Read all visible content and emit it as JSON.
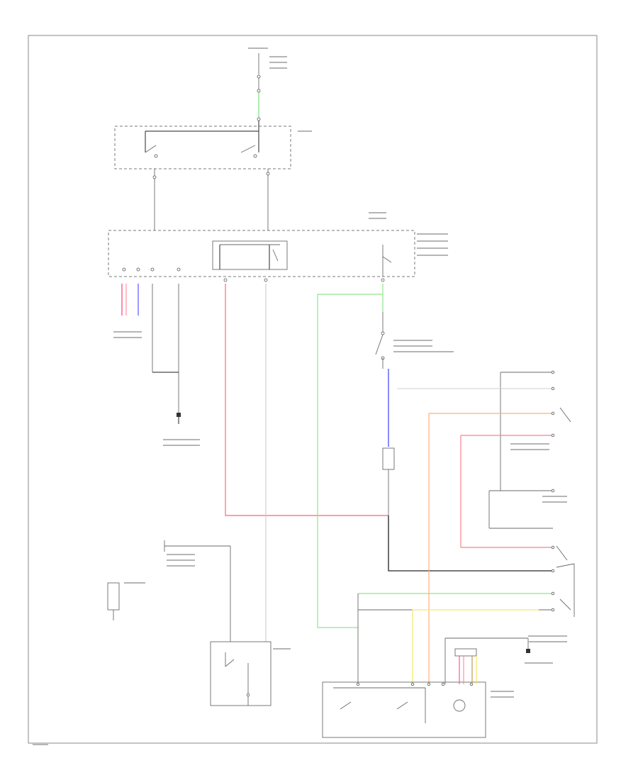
{
  "colors": {
    "red": "#ff7f8c",
    "pink": "#ff5a8a",
    "blue": "#6f6cff",
    "green": "#8fe58f",
    "orange": "#ffb07a",
    "yellow": "#f5ea6a",
    "gray_dark": "#4a4a4a",
    "gray_light": "#cfcfcf",
    "brown": "#c69a5a"
  },
  "icons": [
    "ground-symbol",
    "motor-symbol",
    "switch-symbol",
    "relay-coil-symbol"
  ]
}
